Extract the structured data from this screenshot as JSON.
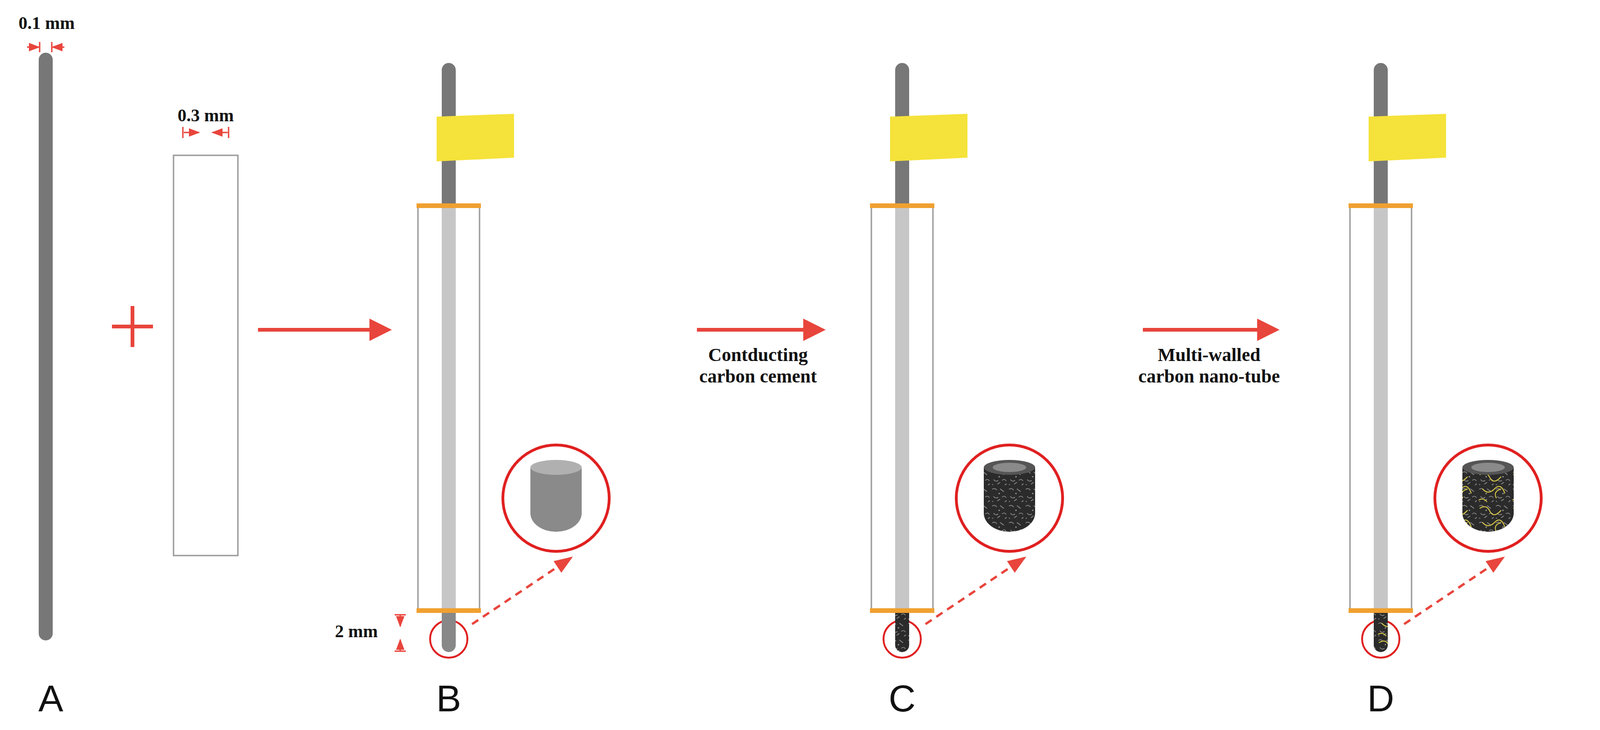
{
  "diagram": {
    "labels": [
      "0.1 mm",
      "0.3 mm",
      "2 mm",
      "Contducting carbon cement",
      "Multi-walled carbon nano-tube",
      "A",
      "B",
      "C",
      "D"
    ]
  }
}
